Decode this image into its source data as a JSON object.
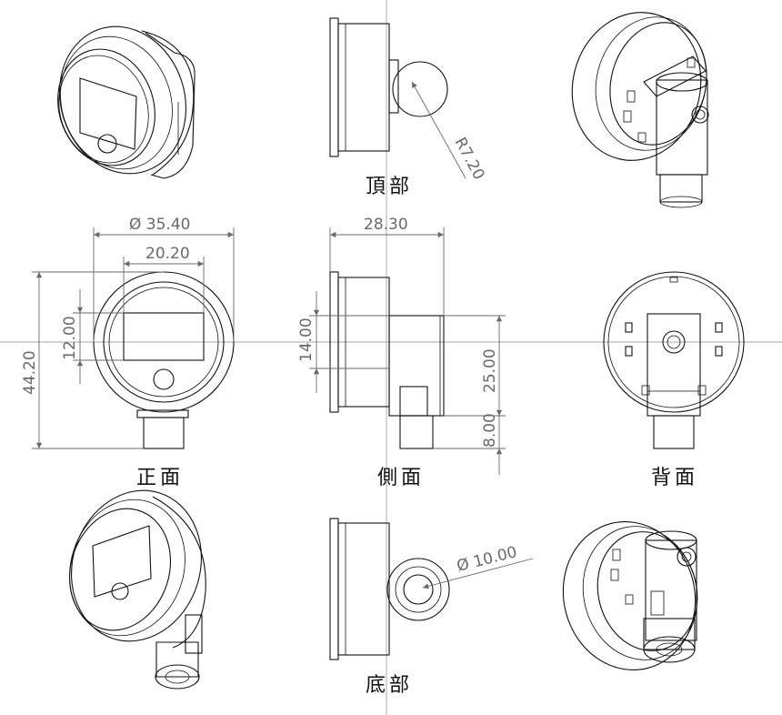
{
  "views": {
    "top": "頂部",
    "front": "正面",
    "side": "側面",
    "back": "背面",
    "bottom": "底部"
  },
  "dimensions": {
    "overall_diameter": "Ø 35.40",
    "window_width": "20.20",
    "window_height": "12.00",
    "overall_height": "44.20",
    "side_depth": "28.30",
    "side_body_height": "14.00",
    "side_bracket_height": "25.00",
    "fitting_length": "8.00",
    "top_radius": "R7.20",
    "fitting_diameter": "Ø 10.00"
  }
}
